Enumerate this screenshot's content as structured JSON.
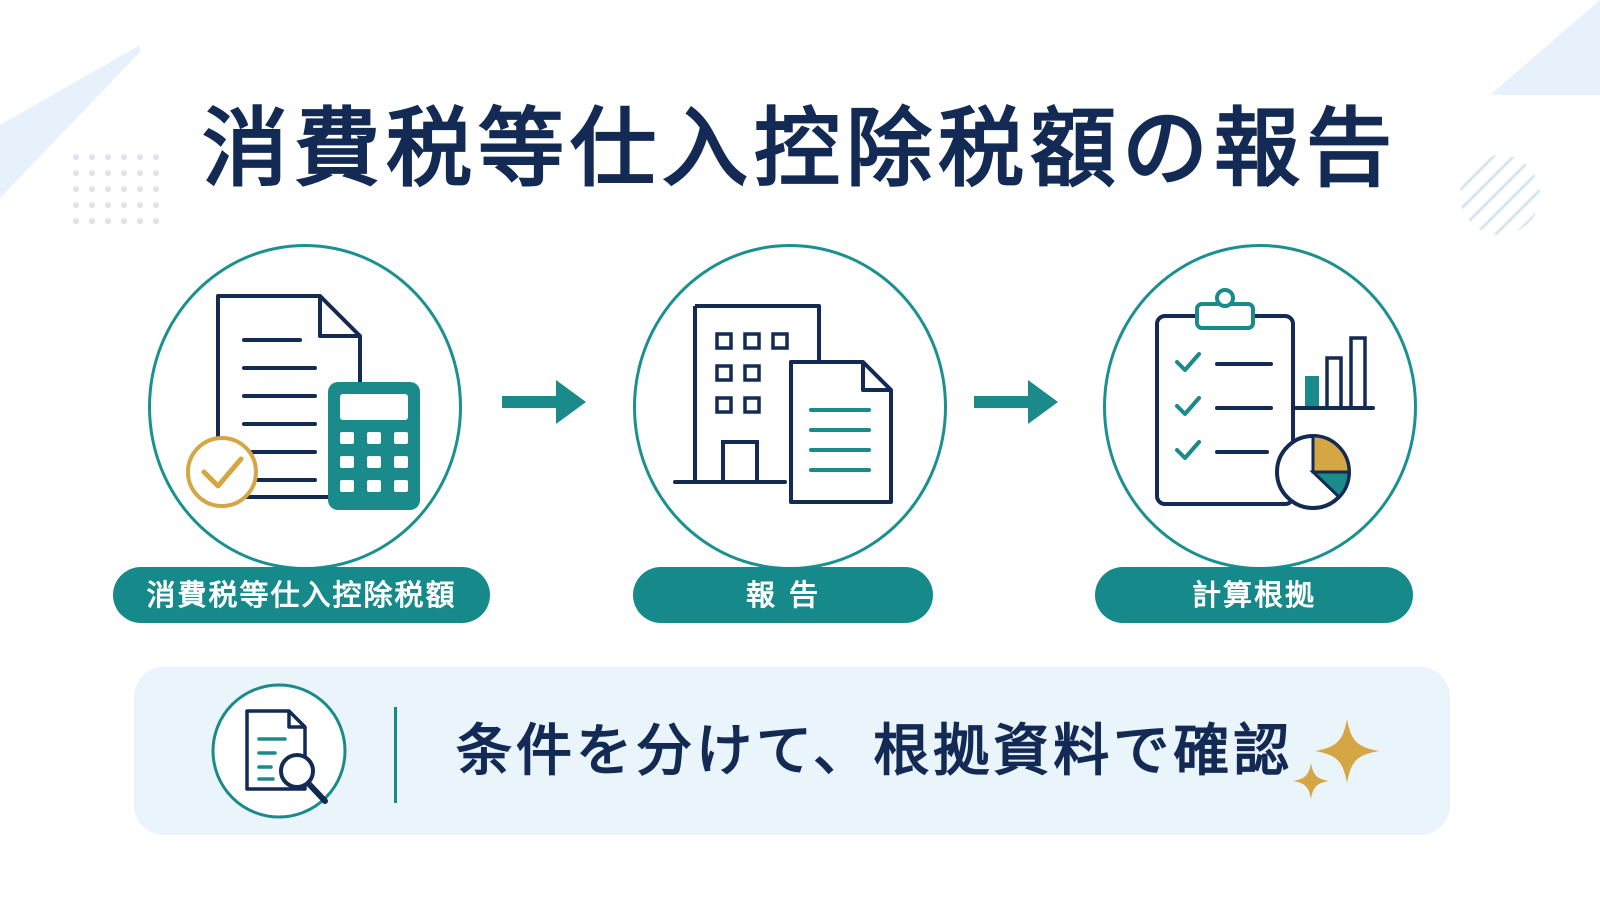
{
  "title": "消費税等仕入控除税額の報告",
  "steps": [
    {
      "label": "消費税等仕入控除税額",
      "icon": "document-calculator-check-icon"
    },
    {
      "label": "報 告",
      "icon": "office-building-document-icon"
    },
    {
      "label": "計算根拠",
      "icon": "clipboard-checklist-chart-icon"
    }
  ],
  "banner": {
    "text": "条件を分けて、根拠資料で確認",
    "icon": "document-magnifier-icon",
    "decoration": "sparkle-icon"
  },
  "colors": {
    "navy": "#132a55",
    "teal": "#1a9090",
    "gold": "#d4a644",
    "banner_bg": "#eaf4fb",
    "pill": "#168a8a"
  }
}
